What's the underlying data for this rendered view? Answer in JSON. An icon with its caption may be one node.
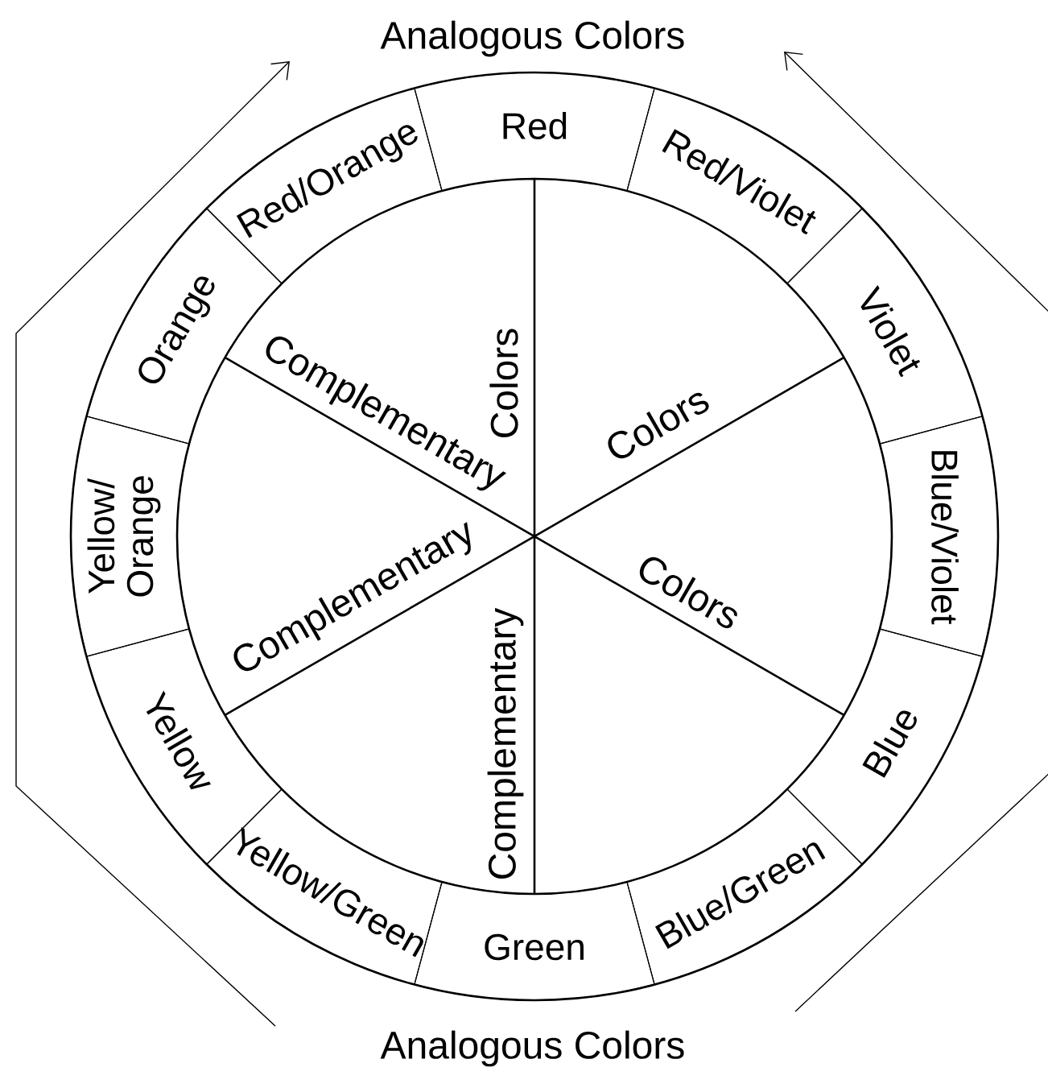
{
  "diagram": {
    "nodes": [
      {
        "text": [
          "Red"
        ]
      },
      {
        "text": [
          "Red/Violet"
        ]
      },
      {
        "text": [
          "Violet"
        ]
      },
      {
        "text": [
          "Blue/Violet"
        ]
      },
      {
        "text": [
          "Blue"
        ]
      },
      {
        "text": [
          "Blue/Green"
        ]
      },
      {
        "text": [
          "Green"
        ]
      },
      {
        "text": [
          "Yellow/Green"
        ]
      },
      {
        "text": [
          "Yellow"
        ]
      },
      {
        "text": [
          "Yellow/ Orange"
        ]
      },
      {
        "text": [
          "Orange"
        ]
      },
      {
        "text": [
          "Red/Orange"
        ]
      }
    ],
    "labels": [
      "Analogous Colors",
      "Complementary",
      "Colors",
      "Colors",
      "Complementary",
      "Colors",
      "Complementary",
      "Analogous Colors"
    ]
  }
}
